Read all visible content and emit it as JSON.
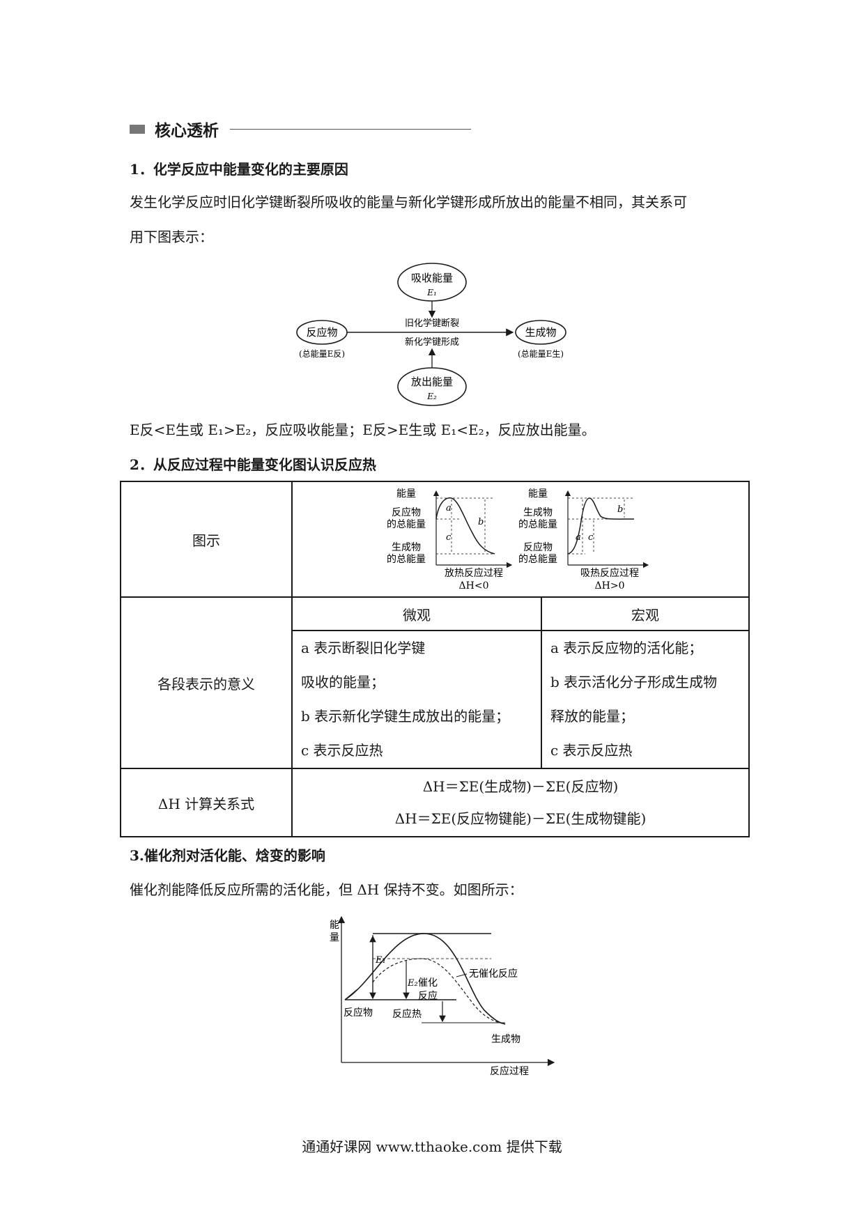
{
  "section": {
    "title": "核心透析"
  },
  "s1": {
    "heading": "1．化学反应中能量变化的主要原因",
    "para_line1": "发生化学反应时旧化学键断裂所吸收的能量与新化学键形成所放出的能量不相同，其关系可",
    "para_line2": "用下图表示：",
    "diagram": {
      "top_label": "吸收能量",
      "top_sub": "E₁",
      "left_label": "反应物",
      "left_sub": "(总能量E反)",
      "right_label": "生成物",
      "right_sub": "(总能量E生)",
      "bottom_label": "放出能量",
      "bottom_sub": "E₂",
      "arrow_top": "旧化学键断裂",
      "arrow_bottom": "新化学键形成"
    },
    "summary": "E反<E生或 E₁>E₂，反应吸收能量；E反>E生或 E₁<E₂，反应放出能量。"
  },
  "s2": {
    "heading": "2．从反应过程中能量变化图认识反应热",
    "row1_label": "图示",
    "exo": {
      "y_label": "能量",
      "upper_label": "反应物",
      "upper_label2": "的总能量",
      "lower_label": "生成物",
      "lower_label2": "的总能量",
      "a": "a",
      "b": "b",
      "c": "c",
      "x_label": "放热反应过程",
      "sign": "ΔH<0"
    },
    "endo": {
      "y_label": "能量",
      "upper_label": "生成物",
      "upper_label2": "的总能量",
      "lower_label": "反应物",
      "lower_label2": "的总能量",
      "a": "a",
      "b": "b",
      "c": "c",
      "x_label": "吸热反应过程",
      "sign": "ΔH>0"
    },
    "micro_header": "微观",
    "macro_header": "宏观",
    "row2_label": "各段表示的意义",
    "micro_lines": [
      "a 表示断裂旧化学键",
      "吸收的能量；",
      "b 表示新化学键生成放出的能量；",
      "c 表示反应热"
    ],
    "macro_lines": [
      "a 表示反应物的活化能；",
      "b 表示活化分子形成生成物",
      "释放的能量；",
      "c 表示反应热"
    ],
    "row3_label": "ΔH 计算关系式",
    "formula1": "ΔH＝ΣE(生成物)－ΣE(反应物)",
    "formula2": "ΔH＝ΣE(反应物键能)－ΣE(生成物键能)"
  },
  "s3": {
    "heading": "3.催化剂对活化能、焓变的影响",
    "para": "催化剂能降低反应所需的活化能，但 ΔH 保持不变。如图所示：",
    "diagram": {
      "y_label_1": "能",
      "y_label_2": "量",
      "e1": "E₁",
      "e2": "E₂",
      "catalyzed_1": "催化",
      "catalyzed_2": "反应",
      "uncatalyzed": "无催化反应",
      "reactant": "反应物",
      "heat": "反应热",
      "product": "生成物",
      "x_label": "反应过程"
    }
  },
  "footer": "通通好课网  www.tthaoke.com  提供下载"
}
